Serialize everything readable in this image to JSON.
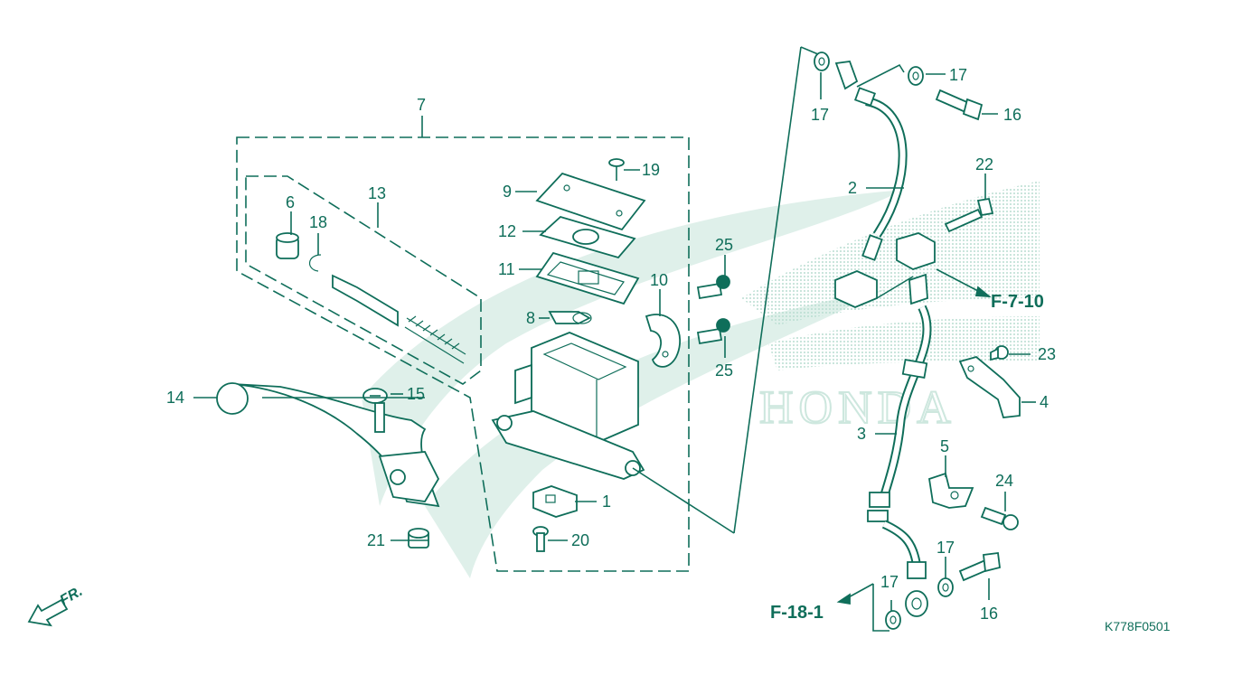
{
  "diagram": {
    "drawing_code": "K778F0501",
    "front_indicator": "FR.",
    "watermark_text": "HONDA",
    "refs": {
      "ref_f7": "F-7-10",
      "ref_f18": "F-18-1"
    },
    "callouts": {
      "c1": "1",
      "c2": "2",
      "c3": "3",
      "c4": "4",
      "c5": "5",
      "c6": "6",
      "c7": "7",
      "c8": "8",
      "c9": "9",
      "c10": "10",
      "c11": "11",
      "c12": "12",
      "c13": "13",
      "c14": "14",
      "c15": "15",
      "c16a": "16",
      "c16b": "16",
      "c17a": "17",
      "c17b": "17",
      "c17c": "17",
      "c17d": "17",
      "c18": "18",
      "c19": "19",
      "c20": "20",
      "c21": "21",
      "c22": "22",
      "c23": "23",
      "c24": "24",
      "c25a": "25",
      "c25b": "25"
    },
    "colors": {
      "line": "#0f6e5a",
      "watermark": "#dff0ea",
      "background": "#ffffff"
    }
  }
}
